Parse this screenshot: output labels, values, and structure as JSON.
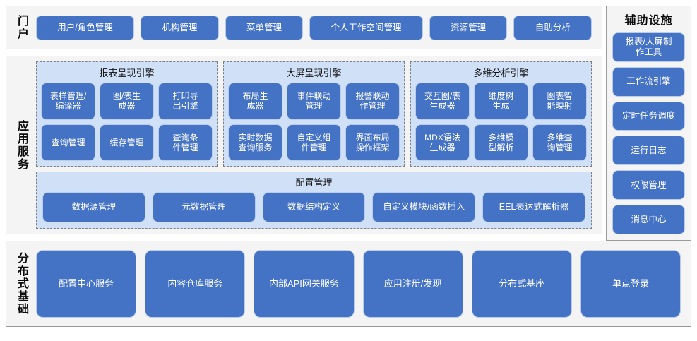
{
  "portal": {
    "band_label": "门户",
    "items": [
      {
        "label": "用户/角色管理"
      },
      {
        "label": "机构管理"
      },
      {
        "label": "菜单管理"
      },
      {
        "label": "个人工作空间管理"
      },
      {
        "label": "资源管理"
      },
      {
        "label": "自助分析"
      }
    ]
  },
  "application_services": {
    "band_label": "应用服务",
    "engines": [
      {
        "title": "报表呈现引擎",
        "items": [
          {
            "label": "表样管理/\n编译器"
          },
          {
            "label": "图/表生\n成器"
          },
          {
            "label": "打印导\n出引擎"
          },
          {
            "label": "查询管理"
          },
          {
            "label": "缓存管理"
          },
          {
            "label": "查询条\n件管理"
          }
        ]
      },
      {
        "title": "大屏呈现引擎",
        "items": [
          {
            "label": "布局生\n成器"
          },
          {
            "label": "事件联动\n管理"
          },
          {
            "label": "报警联动\n作管理"
          },
          {
            "label": "实时数据\n查询服务"
          },
          {
            "label": "自定义组\n件管理"
          },
          {
            "label": "界面布局\n操作框架"
          }
        ]
      },
      {
        "title": "多维分析引擎",
        "items": [
          {
            "label": "交互图/表\n生成器"
          },
          {
            "label": "维度树\n生成"
          },
          {
            "label": "图表智\n能映射"
          },
          {
            "label": "MDX语法\n生成器"
          },
          {
            "label": "多维模\n型解析"
          },
          {
            "label": "多维查\n询管理"
          }
        ]
      }
    ],
    "config": {
      "title": "配置管理",
      "items": [
        {
          "label": "数据源管理"
        },
        {
          "label": "元数据管理"
        },
        {
          "label": "数据结构定义"
        },
        {
          "label": "自定义模块/函数插入"
        },
        {
          "label": "EEL表达式解析器"
        }
      ]
    }
  },
  "distributed_base": {
    "band_label": "分布式基础",
    "items": [
      {
        "label": "配置中心服务"
      },
      {
        "label": "内容仓库服务"
      },
      {
        "label": "内部API网关服务"
      },
      {
        "label": "应用注册/发现"
      },
      {
        "label": "分布式基座"
      },
      {
        "label": "单点登录"
      }
    ]
  },
  "auxiliary": {
    "title": "辅助设施",
    "items": [
      {
        "label": "报表/大屏制\n作工具"
      },
      {
        "label": "工作流引擎"
      },
      {
        "label": "定时任务调度"
      },
      {
        "label": "运行日志"
      },
      {
        "label": "权限管理"
      },
      {
        "label": "消息中心"
      }
    ]
  },
  "colors": {
    "button_fill": "#4472c4",
    "button_border": "#b9cdea",
    "group_fill": "#cfe0f7",
    "group_border": "#7f7f7f",
    "panel_fill": "#f4f4f4",
    "panel_border": "#9a9a9a",
    "text_on_button": "#ffffff",
    "label_text": "#0d0d0d"
  }
}
